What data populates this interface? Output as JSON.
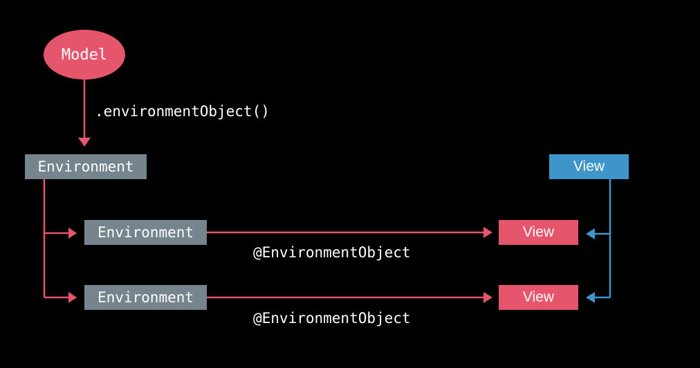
{
  "colors": {
    "background": "#000000",
    "model_red": "#e5566c",
    "environment_gray": "#75848d",
    "view_red": "#e5566c",
    "view_blue": "#3d95c9",
    "red_arrow": "#e5566c",
    "blue_arrow": "#3d95c9",
    "text": "#ffffff"
  },
  "nodes": {
    "model": "Model",
    "environment_root": "Environment",
    "environment_row1": "Environment",
    "environment_row2": "Environment",
    "view_top": "View",
    "view_row1": "View",
    "view_row2": "View"
  },
  "labels": {
    "modifier": ".environmentObject()",
    "property_wrapper_row1": "@EnvironmentObject",
    "property_wrapper_row2": "@EnvironmentObject"
  }
}
